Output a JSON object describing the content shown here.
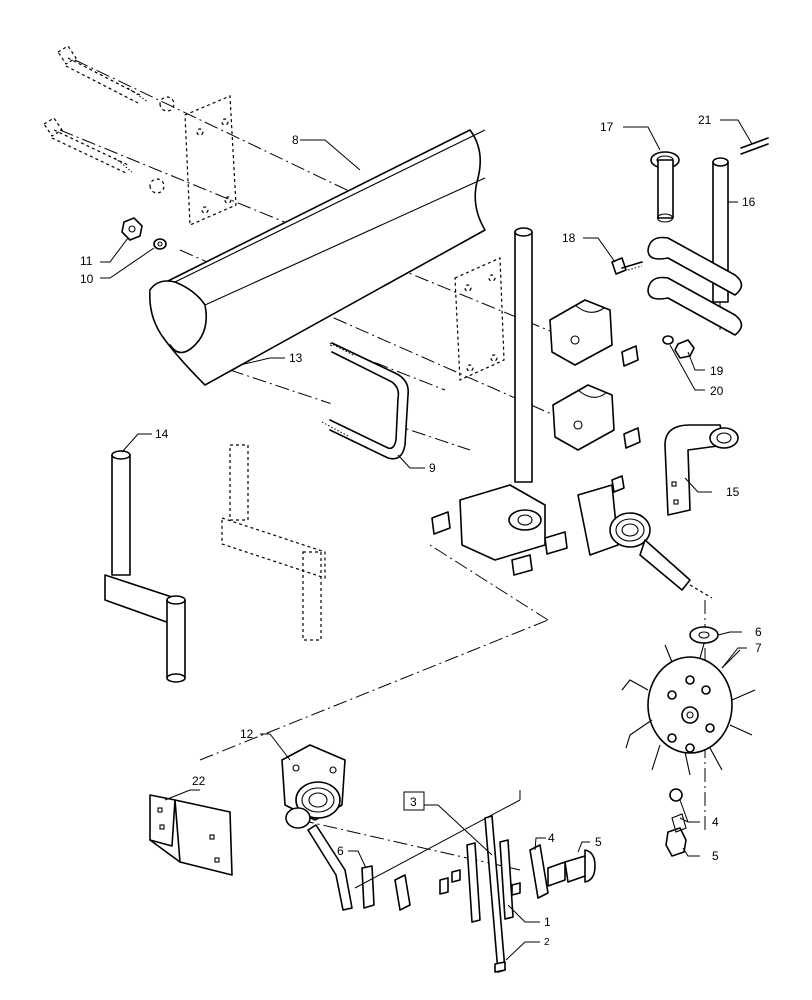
{
  "callouts": {
    "c1": "1",
    "c2": "2",
    "c3": "3",
    "c4a": "4",
    "c4b": "4",
    "c5a": "5",
    "c5b": "5",
    "c6a": "6",
    "c6b": "6",
    "c7": "7",
    "c8": "8",
    "c9": "9",
    "c10": "10",
    "c11": "11",
    "c12": "12",
    "c13": "13",
    "c14": "14",
    "c15": "15",
    "c16": "16",
    "c17": "17",
    "c18": "18",
    "c19": "19",
    "c20": "20",
    "c21": "21",
    "c22": "22"
  },
  "colors": {
    "line": "#000000",
    "background": "#ffffff"
  }
}
